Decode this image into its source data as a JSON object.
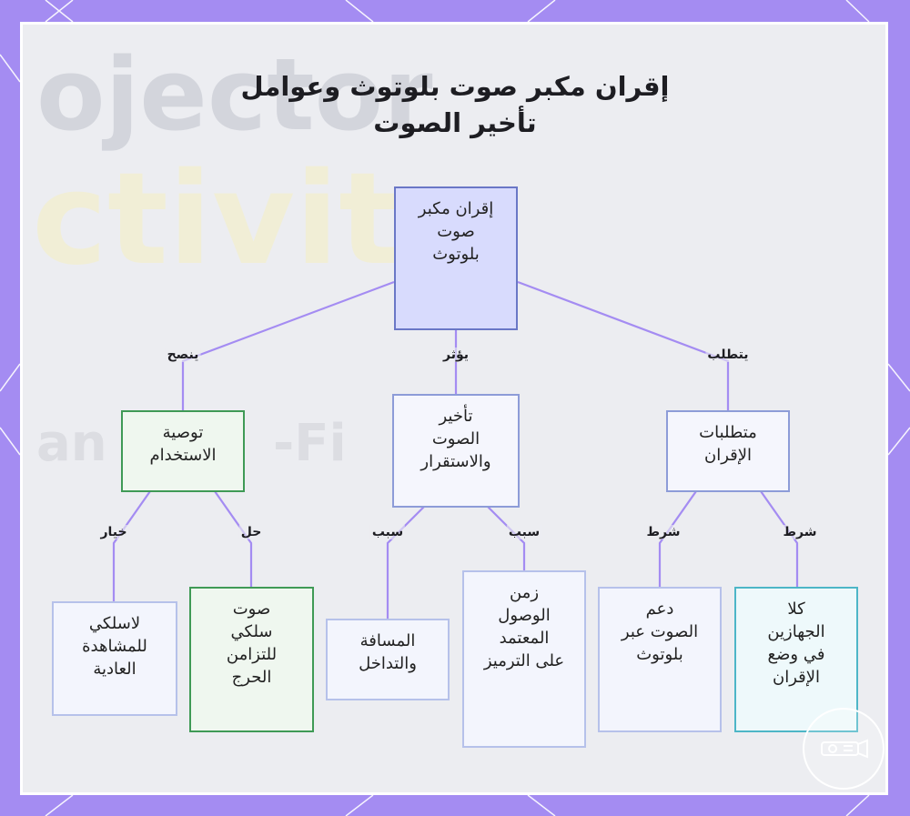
{
  "title": {
    "line1": "إقران مكبر صوت بلوتوث وعوامل",
    "line2": "تأخير الصوت"
  },
  "background_words": {
    "word1": "ojector",
    "word2": "ctivity",
    "word3": "an",
    "word4": "-Fi"
  },
  "nodes": {
    "root": "إقران مكبر\nصوت\nبلوتوث",
    "recommendation": "توصية\nالاستخدام",
    "latency": "تأخير\nالصوت\nوالاستقرار",
    "requirements": "متطلبات\nالإقران",
    "wireless": "لاسلكي\nللمشاهدة\nالعادية",
    "wired": "صوت\nسلكي\nللتزامن\nالحرج",
    "distance": "المسافة\nوالتداخل",
    "codec": "زمن\nالوصول\nالمعتمد\nعلى الترميز",
    "bt_support": "دعم\nالصوت عبر\nبلوتوث",
    "pairing_mode": "كلا\nالجهازين\nفي وضع\nالإقران"
  },
  "edge_labels": {
    "advises": "ينصح",
    "affects": "يؤثر",
    "requires": "يتطلب",
    "option": "خيار",
    "solution": "حل",
    "cause1": "سبب",
    "cause2": "سبب",
    "condition1": "شرط",
    "condition2": "شرط"
  },
  "colors": {
    "background": "#a48cf2",
    "edge": "#a48cf2",
    "root_fill": "#d8dbfd",
    "green_border": "#3f9a56",
    "cyan_border": "#4db6c7"
  },
  "icons": {
    "logo": "projector-icon"
  }
}
